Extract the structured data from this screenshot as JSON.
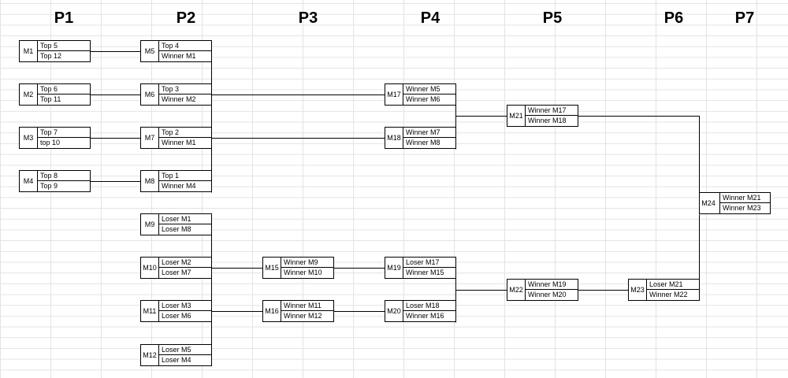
{
  "phases": [
    "P1",
    "P2",
    "P3",
    "P4",
    "P5",
    "P6",
    "P7"
  ],
  "matches": [
    {
      "id": "M1",
      "slots": [
        "Top 5",
        "Top 12"
      ]
    },
    {
      "id": "M2",
      "slots": [
        "Top 6",
        "Top 11"
      ]
    },
    {
      "id": "M3",
      "slots": [
        "Top 7",
        "top 10"
      ]
    },
    {
      "id": "M4",
      "slots": [
        "Top 8",
        "Top 9"
      ]
    },
    {
      "id": "M5",
      "slots": [
        "Top 4",
        "Winner M1"
      ]
    },
    {
      "id": "M6",
      "slots": [
        "Top 3",
        "Winner M2"
      ]
    },
    {
      "id": "M7",
      "slots": [
        "Top 2",
        "Winner M1"
      ]
    },
    {
      "id": "M8",
      "slots": [
        "Top 1",
        "Winner M4"
      ]
    },
    {
      "id": "M9",
      "slots": [
        "Loser M1",
        "Loser M8"
      ]
    },
    {
      "id": "M10",
      "slots": [
        "Loser M2",
        "Loser M7"
      ]
    },
    {
      "id": "M11",
      "slots": [
        "Loser M3",
        "Loser M6"
      ]
    },
    {
      "id": "M12",
      "slots": [
        "Loser M5",
        "Loser M4"
      ]
    },
    {
      "id": "M15",
      "slots": [
        "Winner M9",
        "Winner M10"
      ]
    },
    {
      "id": "M16",
      "slots": [
        "Winner M11",
        "Winner M12"
      ]
    },
    {
      "id": "M17",
      "slots": [
        "Winner M5",
        "Winner M6"
      ]
    },
    {
      "id": "M18",
      "slots": [
        "Winner M7",
        "Winner M8"
      ]
    },
    {
      "id": "M19",
      "slots": [
        "Loser M17",
        "Winner M15"
      ]
    },
    {
      "id": "M20",
      "slots": [
        "Loser M18",
        "Winner M16"
      ]
    },
    {
      "id": "M21",
      "slots": [
        "Winner M17",
        "Winner M18"
      ]
    },
    {
      "id": "M22",
      "slots": [
        "Winner M19",
        "Winner M20"
      ]
    },
    {
      "id": "M23",
      "slots": [
        "Loser M21",
        "Winner M22"
      ]
    },
    {
      "id": "M24",
      "slots": [
        "Winner M21",
        "Winner M23"
      ]
    }
  ]
}
